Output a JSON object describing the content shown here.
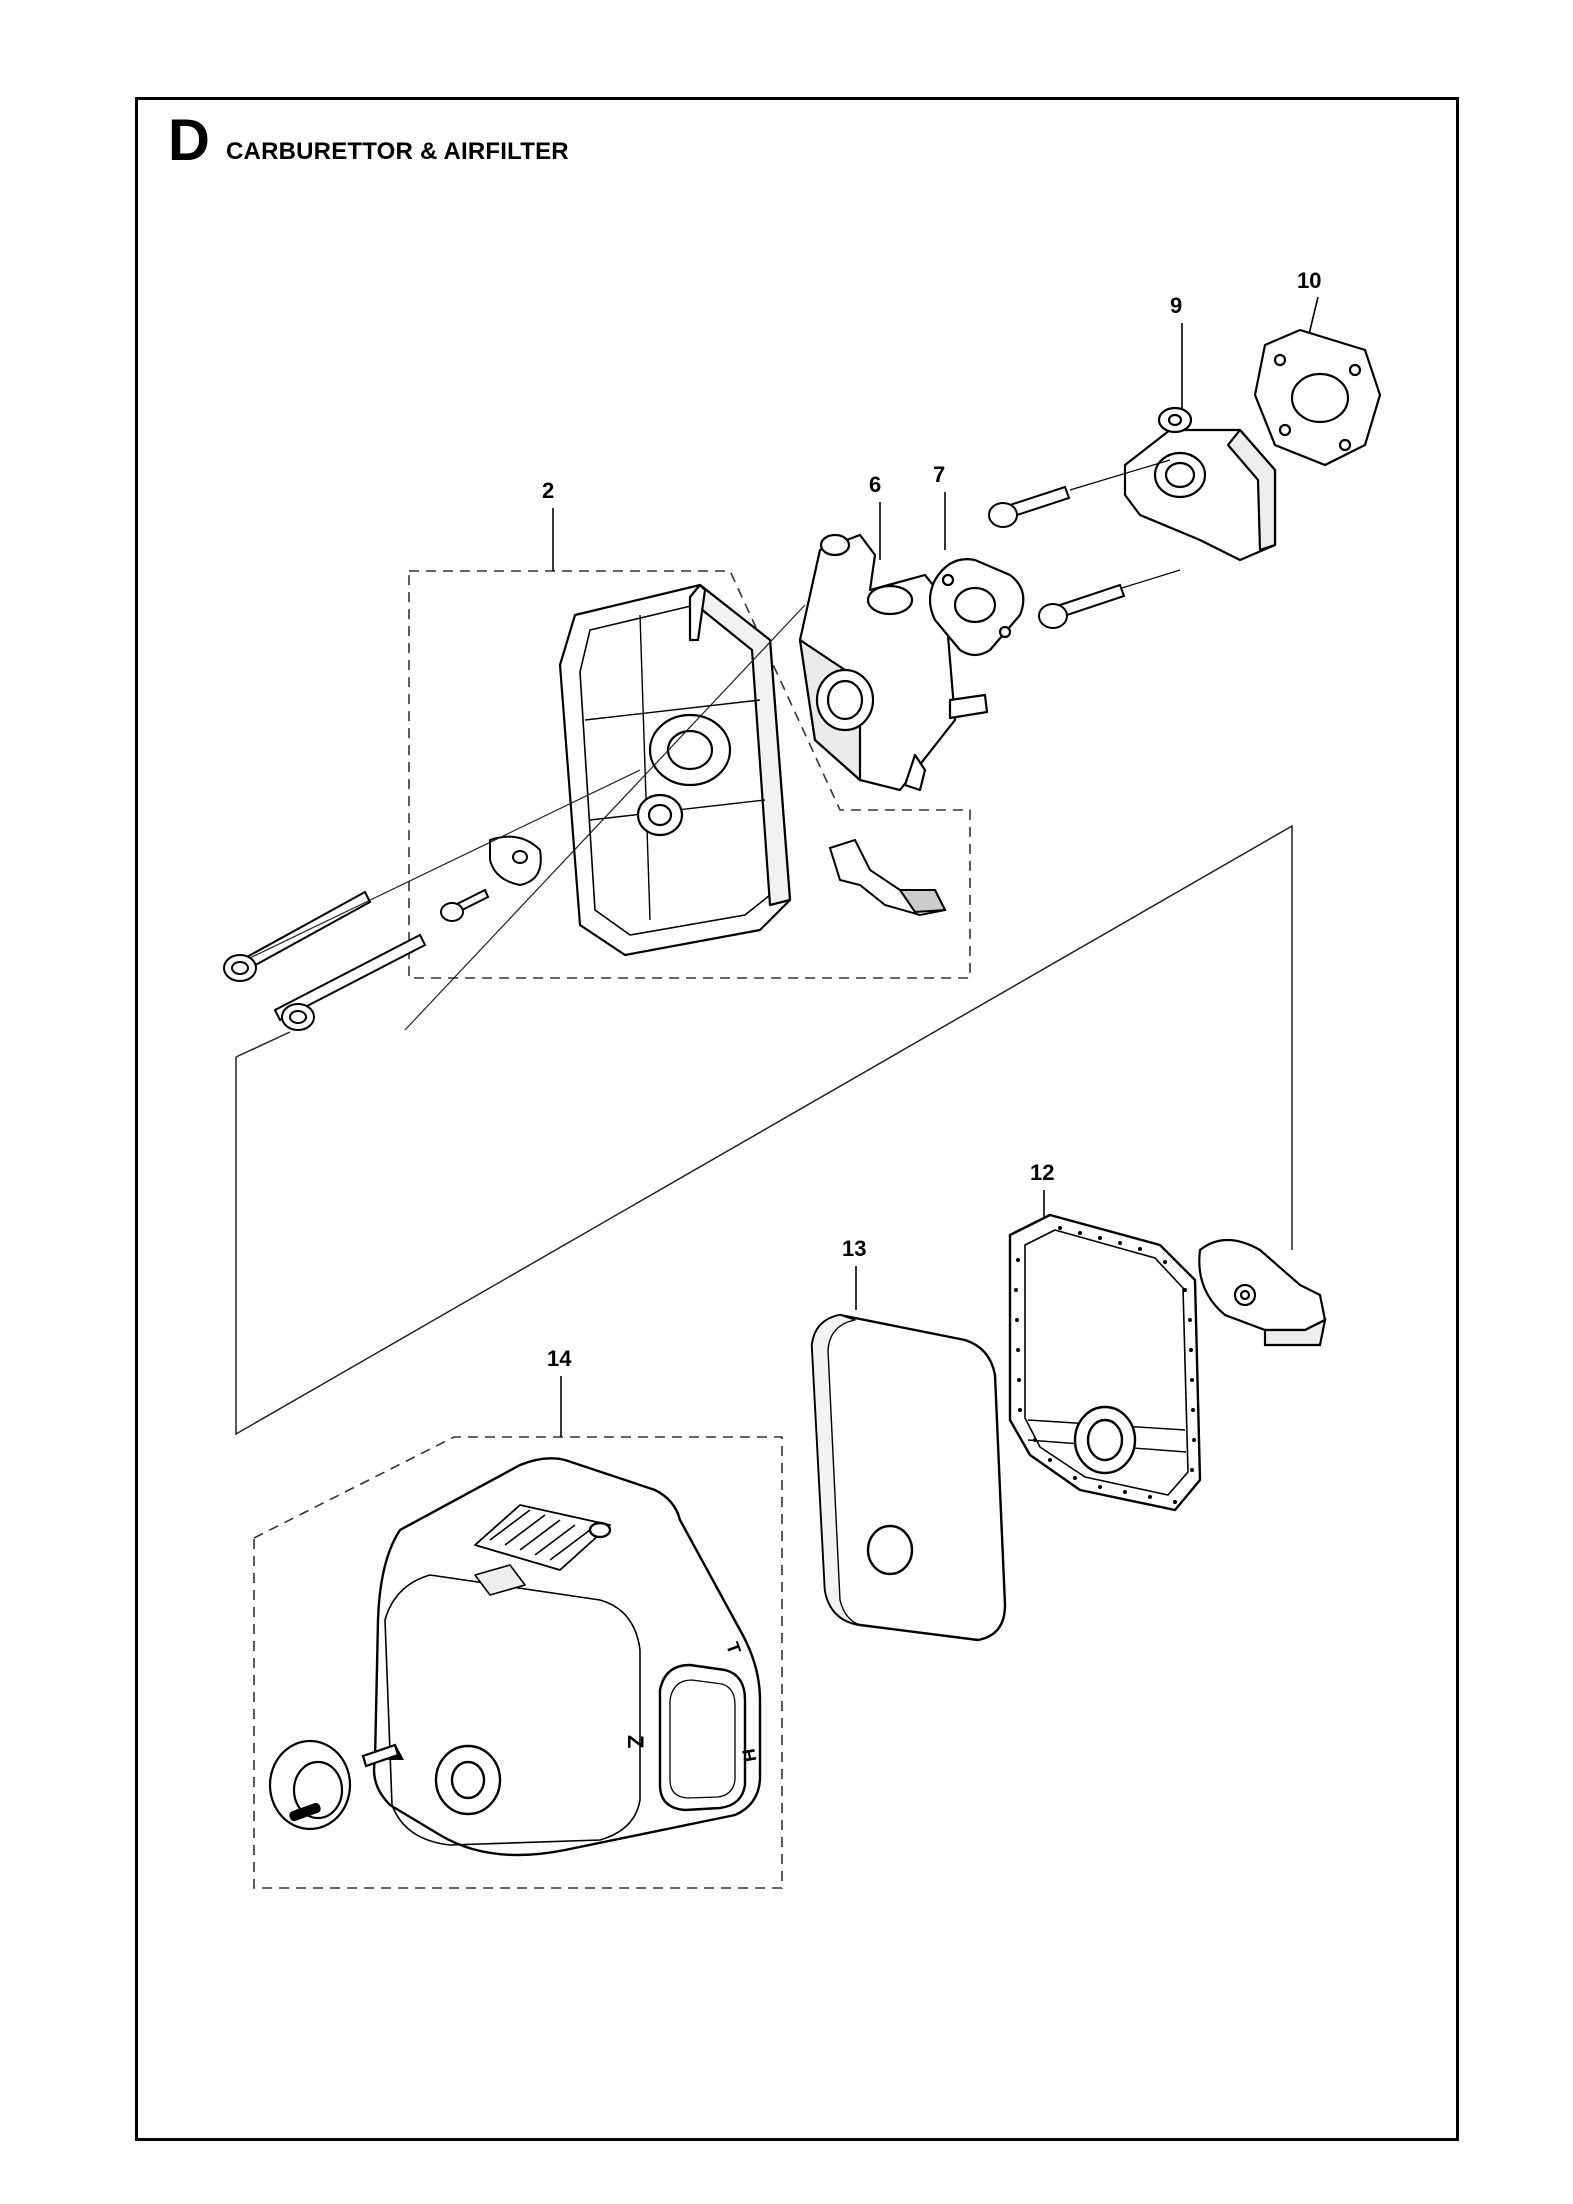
{
  "section": {
    "letter": "D",
    "title": "CARBURETTOR & AIRFILTER"
  },
  "callouts": [
    {
      "id": "2",
      "label": "2"
    },
    {
      "id": "6",
      "label": "6"
    },
    {
      "id": "7",
      "label": "7"
    },
    {
      "id": "9",
      "label": "9"
    },
    {
      "id": "10",
      "label": "10"
    },
    {
      "id": "12",
      "label": "12"
    },
    {
      "id": "13",
      "label": "13"
    },
    {
      "id": "14",
      "label": "14"
    }
  ],
  "cover_markings": {
    "top": "T",
    "side": "H",
    "bar": "Z"
  }
}
